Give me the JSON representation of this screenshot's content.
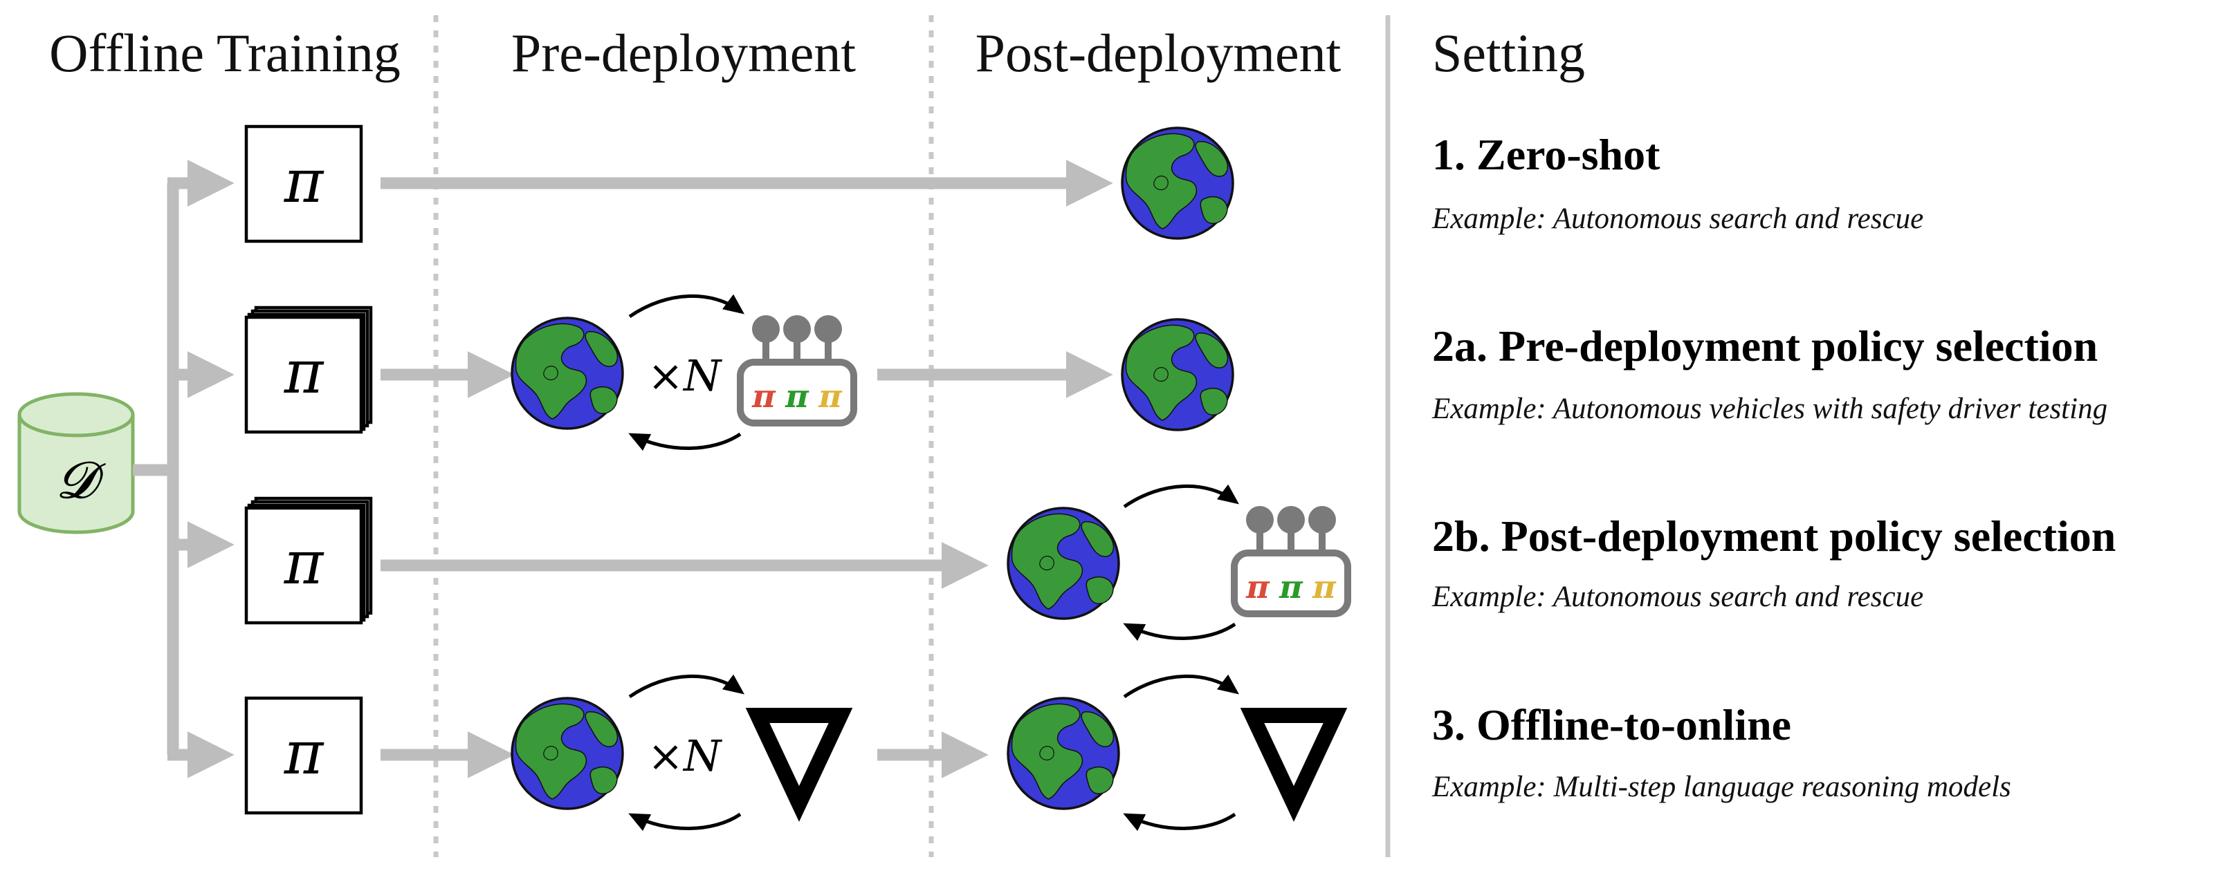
{
  "columns": {
    "offline": "Offline Training",
    "pre": "Pre-deployment",
    "post": "Post-deployment",
    "setting": "Setting"
  },
  "dataset_symbol": "𝓓",
  "policy_symbol": "π",
  "repeat_label": {
    "times": "×",
    "n": "N"
  },
  "gradient_symbol": "∇",
  "settings": [
    {
      "title": "1. Zero-shot",
      "example": "Example: Autonomous search and rescue"
    },
    {
      "title": "2a. Pre-deployment policy selection",
      "example": "Example: Autonomous vehicles with safety driver testing"
    },
    {
      "title": "2b. Post-deployment policy selection",
      "example": "Example: Autonomous search and rescue"
    },
    {
      "title": "3. Offline-to-online",
      "example": "Example: Multi-step language reasoning models"
    }
  ],
  "colors": {
    "arrow_gray": "#bdbdbd",
    "divider_gray": "#c8c8c8",
    "dataset_fill": "#d9ecd0",
    "dataset_stroke": "#82b366",
    "globe_ocean": "#3a3ad6",
    "globe_land": "#3a9a3a",
    "pi_red": "#d94b3a",
    "pi_green": "#2a9a2a",
    "pi_yellow": "#e0b43a",
    "bandit_gray": "#7a7a7a"
  }
}
